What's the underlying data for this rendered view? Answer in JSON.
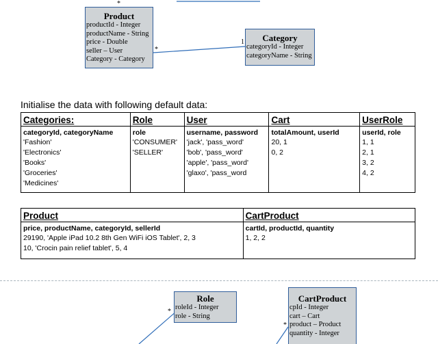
{
  "diagram_top": {
    "product": {
      "title": "Product",
      "attrs": [
        "productId - Integer",
        "productName - String",
        "price - Double",
        "seller – User",
        "Category - Category"
      ]
    },
    "category": {
      "title": "Category",
      "attrs": [
        "categoryId - Integer",
        "categoryName - String"
      ]
    },
    "multiplicities": {
      "product_top": "*",
      "product_right": "*",
      "category_left": "1"
    }
  },
  "heading": "Initialise the data with following default data:",
  "table1": {
    "columns": [
      {
        "title": "Categories:",
        "fields": "categoryId, categoryName",
        "rows": [
          "'Fashion'",
          "'Electronics'",
          "'Books'",
          "'Groceries'",
          "'Medicines'"
        ]
      },
      {
        "title": "Role",
        "fields": "role",
        "rows": [
          "'CONSUMER'",
          "'SELLER'"
        ]
      },
      {
        "title": "User",
        "fields": "username, password",
        "rows": [
          "'jack', 'pass_word'",
          "'bob', 'pass_word'",
          "'apple', 'pass_word'",
          "'glaxo', 'pass_word"
        ]
      },
      {
        "title": "Cart",
        "fields": "totalAmount, userId",
        "rows": [
          "20, 1",
          "0, 2"
        ]
      },
      {
        "title": "UserRole",
        "fields": "userId, role",
        "rows": [
          "1, 1",
          "2, 1",
          "3, 2",
          "4, 2"
        ]
      }
    ]
  },
  "table2": {
    "columns": [
      {
        "title": "Product",
        "fields": "price, productName, categoryId, sellerId",
        "rows": [
          "29190, 'Apple iPad 10.2 8th Gen WiFi iOS Tablet', 2, 3",
          "10, 'Crocin pain relief tablet', 5, 4"
        ]
      },
      {
        "title": "CartProduct",
        "fields": "cartId, productId, quantity",
        "rows": [
          "1, 2, 2"
        ]
      }
    ]
  },
  "diagram_bottom": {
    "role": {
      "title": "Role",
      "attrs": [
        "roleId - Integer",
        "role - String"
      ]
    },
    "cartproduct": {
      "title": "CartProduct",
      "attrs": [
        "cpId - Integer",
        "cart – Cart",
        "product – Product",
        "quantity - Integer"
      ]
    },
    "multiplicities": {
      "role_left": "*",
      "cartproduct_left": "*"
    }
  },
  "colors": {
    "box_fill": "#cfd3d6",
    "box_border": "#2f5d9a",
    "connector": "#2f6db8"
  }
}
